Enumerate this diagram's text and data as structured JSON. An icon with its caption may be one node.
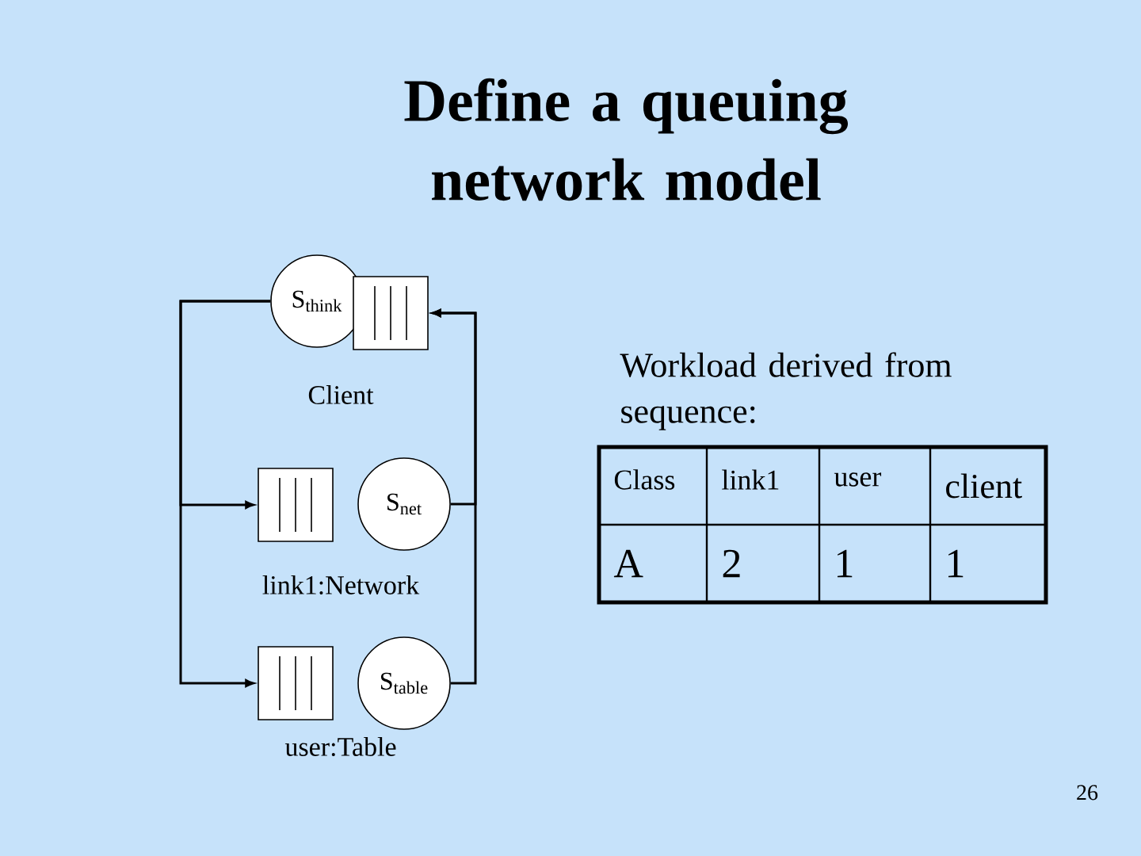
{
  "diagram": {
    "title": "Define a queuing network model",
    "nodes": [
      {
        "text": [
          "S$_{think}$"
        ],
        "beside": [
          "Client"
        ]
      },
      {
        "text": [],
        "shape": "box"
      },
      {
        "text": [],
        "shape": "box"
      },
      {
        "text": [
          "S$_{net}$"
        ],
        "beside": [
          "link1:Network"
        ]
      },
      {
        "text": [],
        "shape": "box"
      },
      {
        "text": [
          "S$_{table}$"
        ],
        "beside": [
          "user:Table"
        ]
      }
    ],
    "edges": [
      {
        "from": 0,
        "to": 2,
        "arrow": "to"
      },
      {
        "from": 0,
        "to": 4,
        "arrow": "to"
      },
      {
        "from": 3,
        "to": 1,
        "arrow": "to"
      },
      {
        "from": 5,
        "to": 1,
        "arrow": "to"
      }
    ],
    "labels": [
      "Workload derived from sequence:",
      "Class",
      "link1",
      "user",
      "client",
      "A",
      "2",
      "1",
      "1",
      "26"
    ]
  }
}
